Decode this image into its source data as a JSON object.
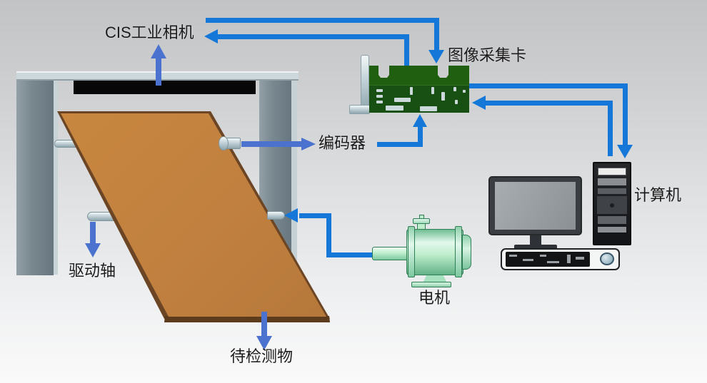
{
  "labels": {
    "camera": "CIS工业相机",
    "capture_card": "图像采集卡",
    "encoder": "编码器",
    "computer": "计算机",
    "motor": "电机",
    "drive_shaft": "驱动轴",
    "test_object": "待检测物"
  },
  "colors": {
    "signal_line_blue": "#1578d8",
    "pointer_arrow_blue": "#4a72ce",
    "board_orange": "#c1803f",
    "board_edge_brown": "#6b4524",
    "pcb_green_top": "#205f0f",
    "pcb_green_body": "#185013",
    "frame_gray": "#7a8890",
    "frame_beam": "#ccd8db",
    "camera_bar_black": "#070707",
    "motor_mint": "#bfeecd",
    "label_text": "#1b1b1b",
    "background_top": "#c2c3c5",
    "background_bottom": "#fafafa"
  }
}
